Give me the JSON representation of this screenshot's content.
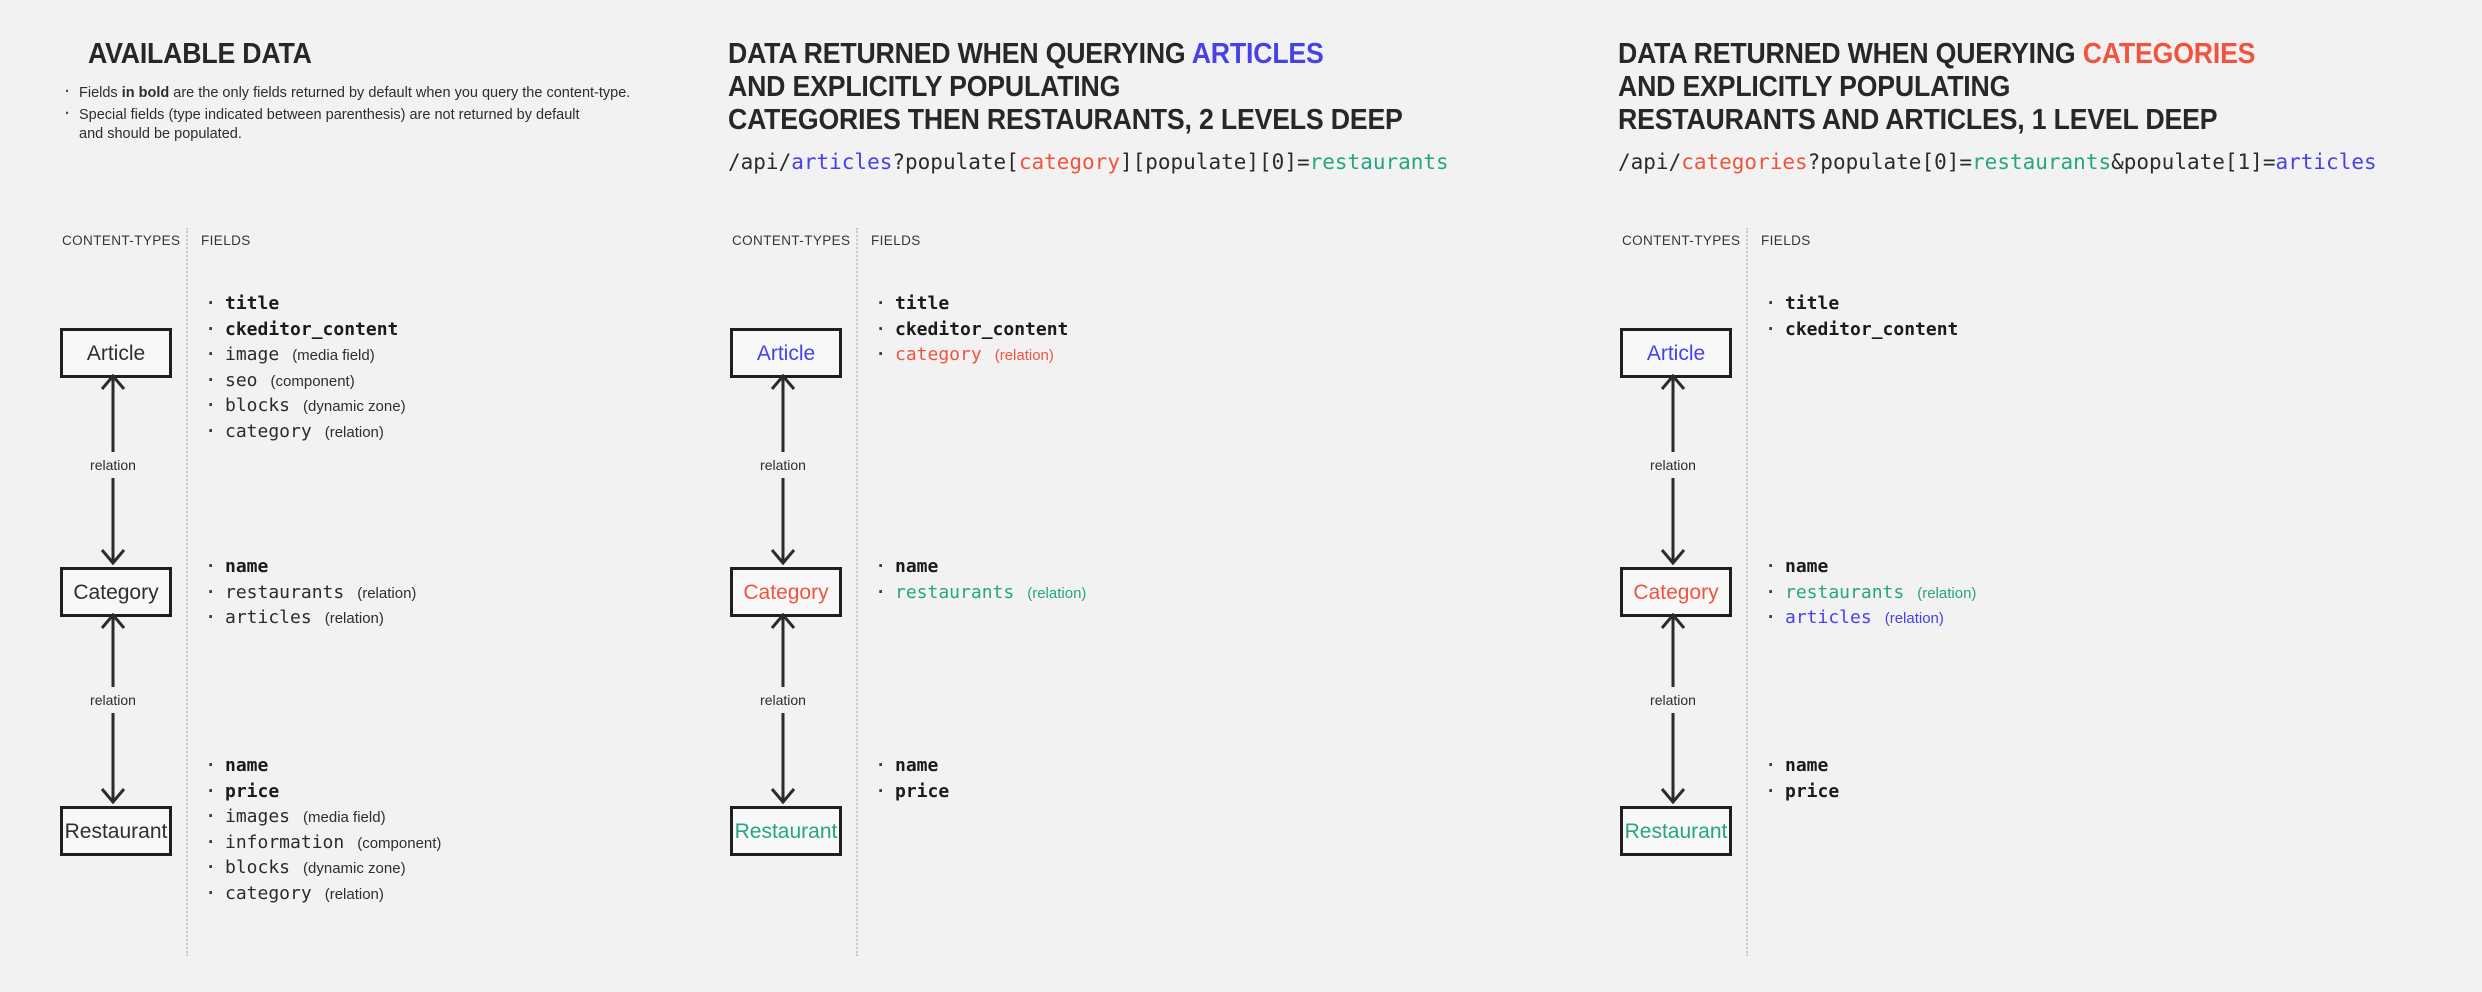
{
  "palette": {
    "background": "#f2f2f2",
    "dark": "#2f2f2f",
    "blue": "#4742e8",
    "red": "#f0543f",
    "teal": "#25a583"
  },
  "columns": [
    {
      "name": "available-data",
      "title": [
        {
          "text": "AVAILABLE DATA"
        }
      ],
      "notes": [
        {
          "lines": [
            [
              {
                "text": "Fields "
              },
              {
                "text": "in bold",
                "bold": true
              },
              {
                "text": " are the only fields returned by default when you query the content-type."
              }
            ]
          ]
        },
        {
          "lines": [
            [
              {
                "text": "Special fields (type indicated between parenthesis) are not returned by default"
              }
            ],
            [
              {
                "text": "and should be populated."
              }
            ]
          ]
        }
      ],
      "url": null,
      "content_types_label": "CONTENT-TYPES",
      "fields_label": "FIELDS",
      "relation_labels": [
        "relation",
        "relation"
      ],
      "nodes": [
        {
          "label": "Article",
          "color": "dark",
          "fields": [
            {
              "name": "title",
              "bold": true
            },
            {
              "name": "ckeditor_content",
              "bold": true
            },
            {
              "name": "image",
              "annotation": "(media field)"
            },
            {
              "name": "seo",
              "annotation": "(component)"
            },
            {
              "name": "blocks",
              "annotation": "(dynamic zone)"
            },
            {
              "name": "category",
              "annotation": "(relation)"
            }
          ]
        },
        {
          "label": "Category",
          "color": "dark",
          "fields": [
            {
              "name": "name",
              "bold": true
            },
            {
              "name": "restaurants",
              "annotation": "(relation)"
            },
            {
              "name": "articles",
              "annotation": "(relation)"
            }
          ]
        },
        {
          "label": "Restaurant",
          "color": "dark",
          "fields": [
            {
              "name": "name",
              "bold": true
            },
            {
              "name": "price",
              "bold": true
            },
            {
              "name": "images",
              "annotation": "(media field)"
            },
            {
              "name": "information",
              "annotation": "(component)"
            },
            {
              "name": "blocks",
              "annotation": "(dynamic zone)"
            },
            {
              "name": "category",
              "annotation": "(relation)"
            }
          ]
        }
      ]
    },
    {
      "name": "query-articles",
      "title": [
        {
          "text": "DATA RETURNED WHEN QUERYING "
        },
        {
          "text": "ARTICLES",
          "color": "blue"
        },
        {
          "br": true
        },
        {
          "text": "AND EXPLICITLY POPULATING"
        },
        {
          "br": true
        },
        {
          "text": "CATEGORIES THEN RESTAURANTS, 2 LEVELS DEEP"
        }
      ],
      "notes": null,
      "url": [
        {
          "text": "/api/"
        },
        {
          "text": "articles",
          "color": "blue"
        },
        {
          "text": "?populate["
        },
        {
          "text": "category",
          "color": "red"
        },
        {
          "text": "][populate][0]="
        },
        {
          "text": "restaurants",
          "color": "teal"
        }
      ],
      "content_types_label": "CONTENT-TYPES",
      "fields_label": "FIELDS",
      "relation_labels": [
        "relation",
        "relation"
      ],
      "nodes": [
        {
          "label": "Article",
          "color": "blue",
          "fields": [
            {
              "name": "title",
              "bold": true
            },
            {
              "name": "ckeditor_content",
              "bold": true
            },
            {
              "name": "category",
              "annotation": "(relation)",
              "color": "red"
            }
          ]
        },
        {
          "label": "Category",
          "color": "red",
          "fields": [
            {
              "name": "name",
              "bold": true
            },
            {
              "name": "restaurants",
              "annotation": "(relation)",
              "color": "teal"
            }
          ]
        },
        {
          "label": "Restaurant",
          "color": "teal",
          "fields": [
            {
              "name": "name",
              "bold": true
            },
            {
              "name": "price",
              "bold": true
            }
          ]
        }
      ]
    },
    {
      "name": "query-categories",
      "title": [
        {
          "text": "DATA RETURNED WHEN QUERYING "
        },
        {
          "text": "CATEGORIES",
          "color": "red"
        },
        {
          "br": true
        },
        {
          "text": "AND EXPLICITLY POPULATING"
        },
        {
          "br": true
        },
        {
          "text": "RESTAURANTS AND ARTICLES, 1 LEVEL DEEP"
        }
      ],
      "notes": null,
      "url": [
        {
          "text": "/api/"
        },
        {
          "text": "categories",
          "color": "red"
        },
        {
          "text": "?populate[0]="
        },
        {
          "text": "restaurants",
          "color": "teal"
        },
        {
          "text": "&populate[1]="
        },
        {
          "text": "articles",
          "color": "blue"
        }
      ],
      "content_types_label": "CONTENT-TYPES",
      "fields_label": "FIELDS",
      "relation_labels": [
        "relation",
        "relation"
      ],
      "nodes": [
        {
          "label": "Article",
          "color": "blue",
          "fields": [
            {
              "name": "title",
              "bold": true
            },
            {
              "name": "ckeditor_content",
              "bold": true
            }
          ]
        },
        {
          "label": "Category",
          "color": "red",
          "fields": [
            {
              "name": "name",
              "bold": true
            },
            {
              "name": "restaurants",
              "annotation": "(relation)",
              "color": "teal"
            },
            {
              "name": "articles",
              "annotation": "(relation)",
              "color": "blue"
            }
          ]
        },
        {
          "label": "Restaurant",
          "color": "teal",
          "fields": [
            {
              "name": "name",
              "bold": true
            },
            {
              "name": "price",
              "bold": true
            }
          ]
        }
      ]
    }
  ]
}
